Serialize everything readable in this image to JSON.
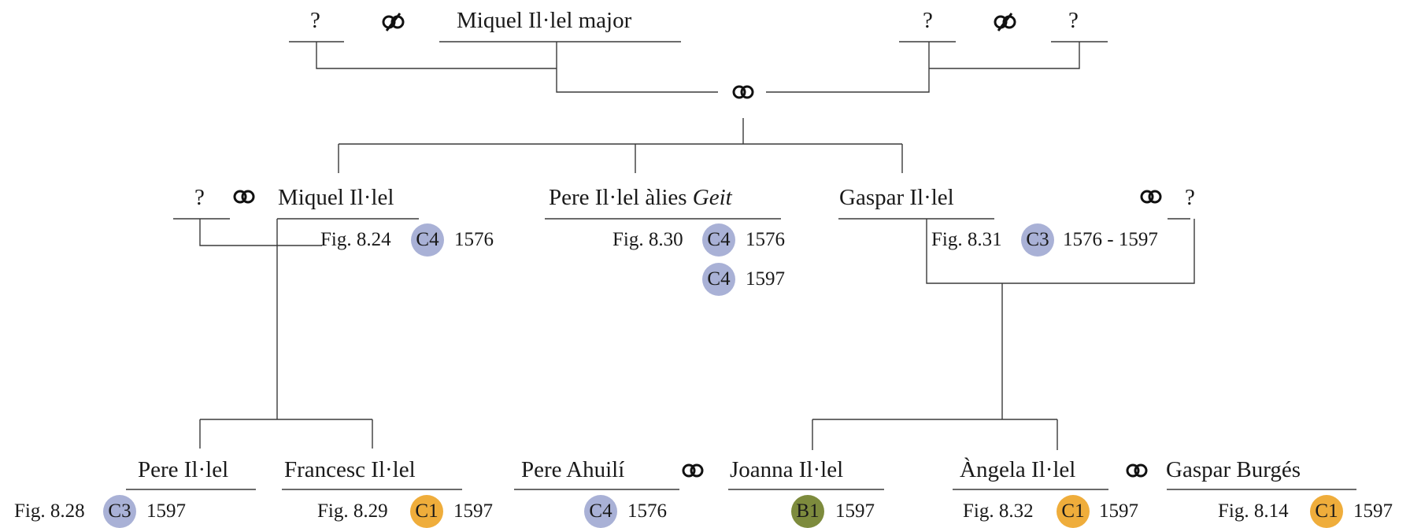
{
  "generation1": {
    "left_parent_unknown": "?",
    "father": "Miquel Il·lel major",
    "right_parent_unknown_1": "?",
    "right_parent_unknown_2": "?"
  },
  "generation2": {
    "miquel": {
      "spouse": "?",
      "name": "Miquel Il·lel",
      "fig": "Fig. 8.24",
      "badge": "C4",
      "year": "1576"
    },
    "pere": {
      "name_prefix": "Pere Il·lel àlies ",
      "name_italic": "Geit",
      "fig": "Fig. 8.30",
      "badge": "C4",
      "year": "1576",
      "badge2": "C4",
      "year2": "1597"
    },
    "gaspar": {
      "name": "Gaspar Il·lel",
      "spouse": "?",
      "fig": "Fig. 8.31",
      "badge": "C3",
      "year": "1576 - 1597"
    }
  },
  "generation3": {
    "pere": {
      "name": "Pere Il·lel",
      "fig": "Fig. 8.28",
      "badge": "C3",
      "year": "1597"
    },
    "francesc": {
      "name": "Francesc Il·lel",
      "fig": "Fig. 8.29",
      "badge": "C1",
      "year": "1597"
    },
    "pere_ahuili": {
      "name": "Pere Ahuilí",
      "badge": "C4",
      "year": "1576"
    },
    "joanna": {
      "name": "Joanna Il·lel",
      "badge": "B1",
      "year": "1597"
    },
    "angela": {
      "name": "Àngela Il·lel",
      "fig": "Fig. 8.32",
      "badge": "C1",
      "year": "1597"
    },
    "gaspar_burges": {
      "name": "Gaspar Burgés",
      "fig": "Fig. 8.14",
      "badge": "C1",
      "year": "1597"
    }
  },
  "colors": {
    "C1": "#efad3b",
    "C3": "#a9b1d6",
    "C4": "#a9b1d6",
    "B1": "#7d8b3d",
    "lines": "#3a3a3a"
  },
  "icons": {
    "marriage": "marriage-rings-icon",
    "separation": "divorce-rings-icon"
  }
}
